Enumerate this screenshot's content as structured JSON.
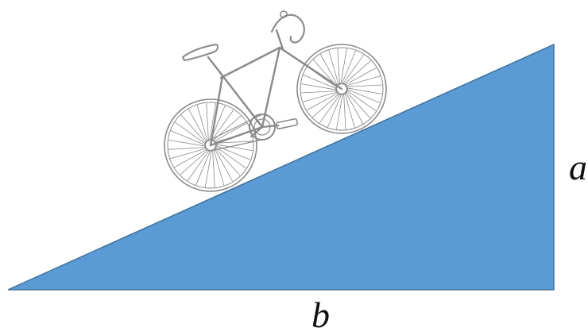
{
  "labels": {
    "height": "a",
    "base": "b"
  },
  "colors": {
    "ramp_fill": "#5b9bd5",
    "ramp_stroke": "#41719c",
    "bicycle_line": "#8a8a8a"
  },
  "icons": {
    "bicycle": "bicycle-sketch"
  }
}
